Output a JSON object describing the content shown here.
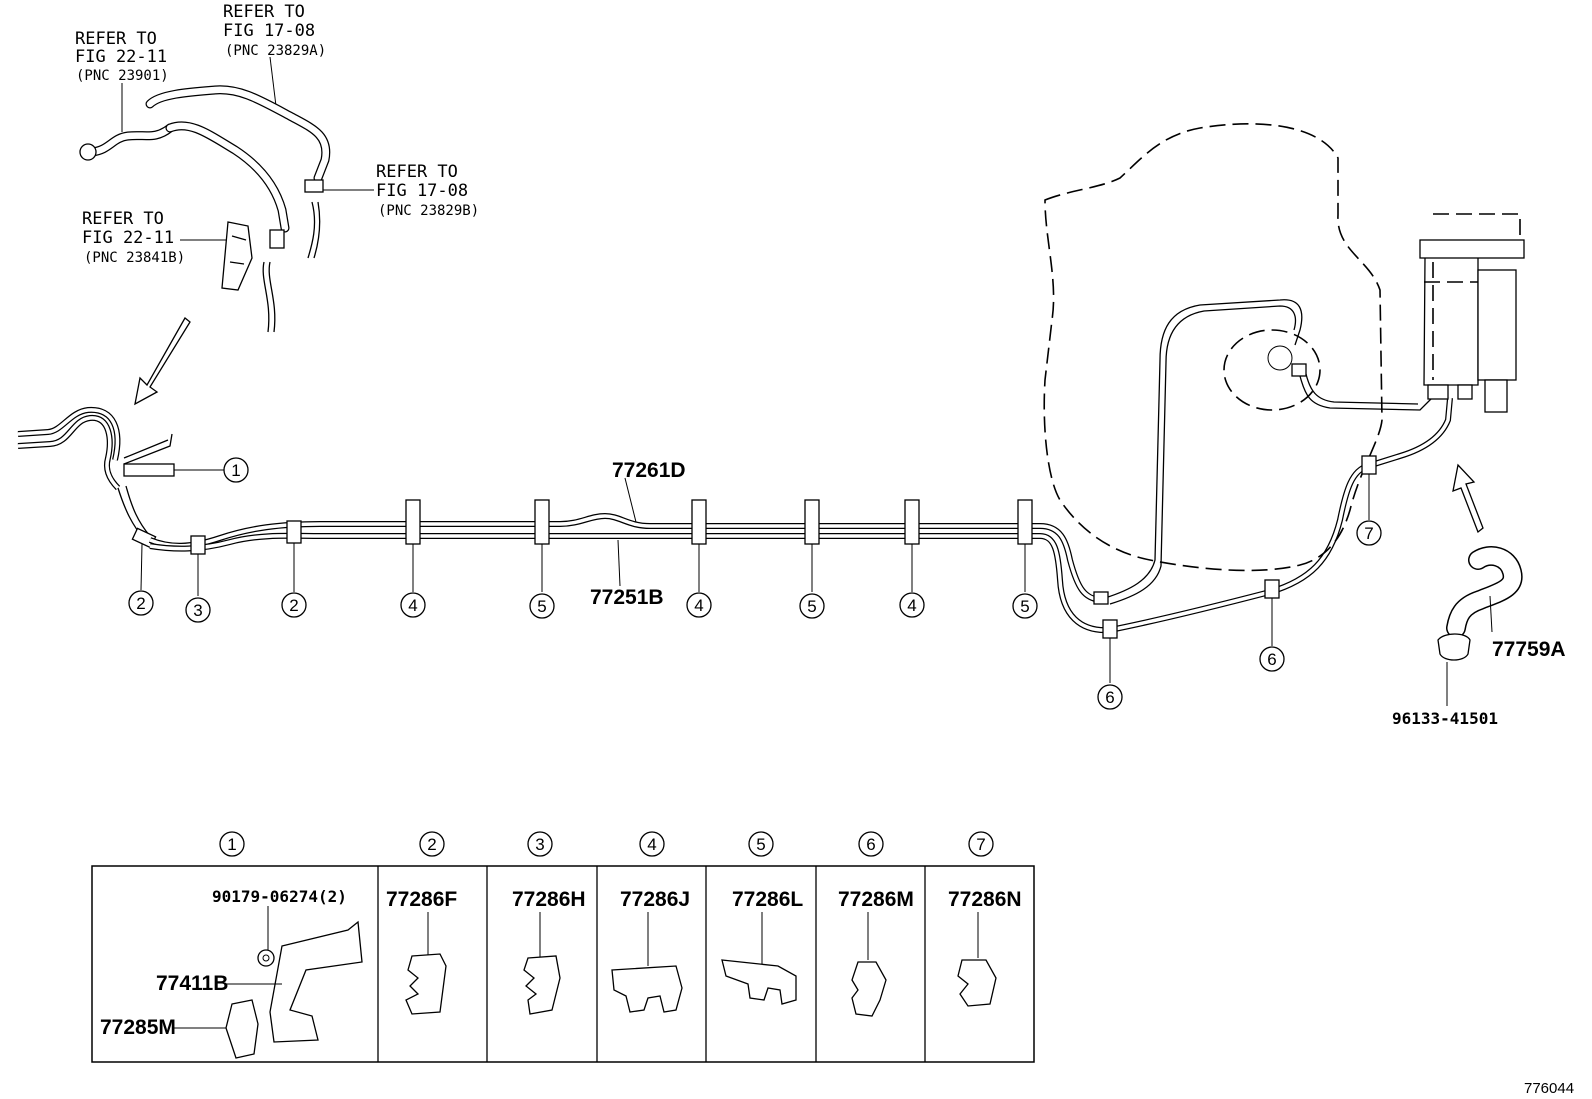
{
  "refer_notes": [
    {
      "line1": "REFER TO",
      "line2": "FIG 22-11",
      "pnc": "(PNC 23901)"
    },
    {
      "line1": "REFER TO",
      "line2": "FIG 17-08",
      "pnc": "(PNC 23829A)"
    },
    {
      "line1": "REFER TO",
      "line2": "FIG 17-08",
      "pnc": "(PNC 23829B)"
    },
    {
      "line1": "REFER TO",
      "line2": "FIG 22-11",
      "pnc": "(PNC 23841B)"
    }
  ],
  "part_numbers": {
    "upper_pipe": "77261D",
    "lower_pipe": "77251B",
    "hose": "77759A",
    "hose_clamp": "96133-41501",
    "nut": "90179-06274(2)",
    "bracket": "77411B",
    "bracket_clamp": "77285M"
  },
  "callouts": {
    "c1": "1",
    "c2": "2",
    "c3": "3",
    "c4": "4",
    "c5": "5",
    "c6": "6",
    "c7": "7"
  },
  "legend": [
    {
      "index": "1",
      "parts": [
        "90179-06274(2)",
        "77411B",
        "77285M"
      ]
    },
    {
      "index": "2",
      "part": "77286F"
    },
    {
      "index": "3",
      "part": "77286H"
    },
    {
      "index": "4",
      "part": "77286J"
    },
    {
      "index": "5",
      "part": "77286L"
    },
    {
      "index": "6",
      "part": "77286M"
    },
    {
      "index": "7",
      "part": "77286N"
    }
  ],
  "figure_id": "776044"
}
